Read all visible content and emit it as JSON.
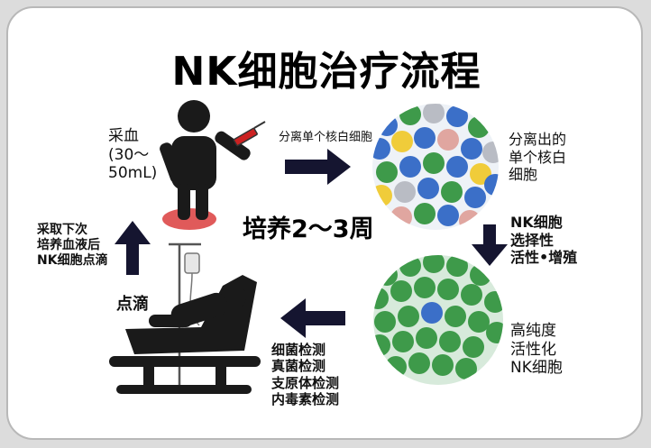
{
  "title": "NK细胞治疗流程",
  "steps": {
    "blood_draw": "采血\n(30～\n50mL)",
    "separate_arrow": "分离单个核白细胞",
    "separated_cells": "分离出的\n单个核白\n细胞",
    "culture_period": "培养2～3周",
    "select_activate": "NK细胞\n选择性\n活性•增殖",
    "high_purity": "高纯度\n活性化\nNK细胞",
    "tests": "细菌检测\n真菌检测\n支原体检测\n内毒素检测",
    "infusion": "点滴",
    "next_draw": "采取下次\n培养血液后\nNK细胞点滴"
  },
  "colors": {
    "arrow": "#151530",
    "figure": "#1a1a1a",
    "floor_disc": "#e05a5a",
    "syringe": "#cc2222",
    "cell_blue": "#3b6fc8",
    "cell_green": "#3e9a4a",
    "cell_yellow": "#f0cc3a",
    "cell_pink": "#e0a6a0",
    "cell_gray": "#b9bcc4"
  },
  "icons": [
    "blood-draw-person-icon",
    "syringe-icon",
    "mononuclear-cells-icon",
    "nk-cells-icon",
    "iv-infusion-patient-icon",
    "arrow-icon"
  ]
}
